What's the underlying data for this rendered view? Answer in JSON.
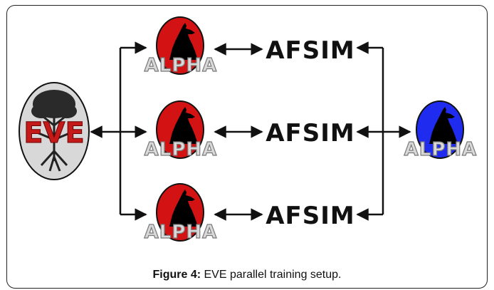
{
  "figure": {
    "caption_label": "Figure 4:",
    "caption_text": " EVE parallel training setup."
  },
  "nodes": {
    "eve": "EVE",
    "alpha_label": "ALPHA",
    "afsim_label": "AFSIM"
  },
  "colors": {
    "alpha_red": "#d31313",
    "alpha_blue": "#1f2cf0",
    "eve_bg": "#d8d8d8"
  }
}
